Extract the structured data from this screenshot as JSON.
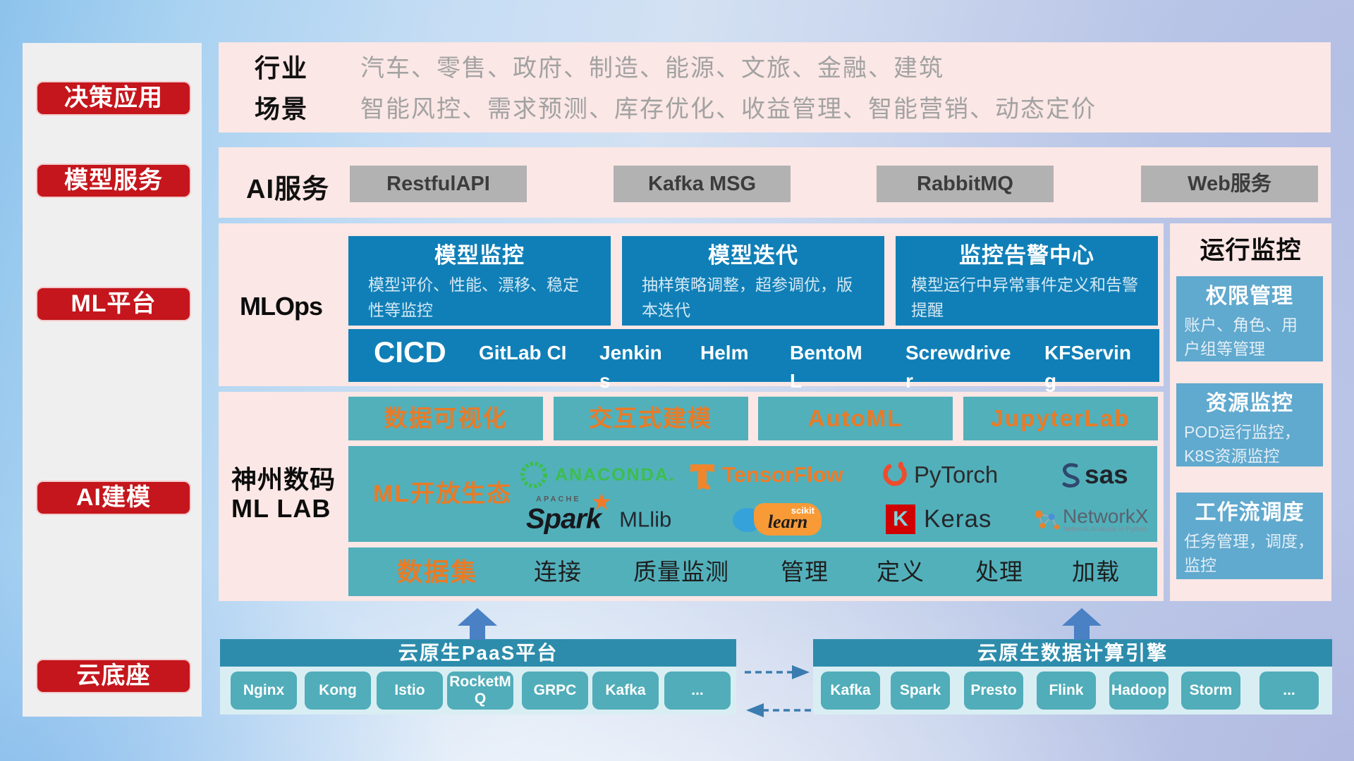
{
  "colors": {
    "red": "#c4161c",
    "pink": "#fbe7e5",
    "rail_gray": "#f0eff0",
    "service_gray": "#b3b2b2",
    "blue": "#107fb7",
    "teal": "#52b0bb",
    "steel_blue": "#60a9cf",
    "teal_dark": "#2d8cac",
    "teal_button": "#50adb9",
    "orange": "#e87b27",
    "arrow_blue": "#4a80c4",
    "dashed_arrow": "#3b7cb0"
  },
  "sidebar": {
    "items": [
      {
        "label": "决策应用"
      },
      {
        "label": "模型服务"
      },
      {
        "label": "ML平台"
      },
      {
        "label": "AI建模"
      },
      {
        "label": "云底座"
      }
    ]
  },
  "industry_panel": {
    "rows": [
      {
        "label": "行业",
        "items": [
          "汽车",
          "零售",
          "政府",
          "制造",
          "能源",
          "文旅",
          "金融",
          "建筑"
        ]
      },
      {
        "label": "场景",
        "items": [
          "智能风控",
          "需求预测",
          "库存优化",
          "收益管理",
          "智能营销",
          "动态定价"
        ]
      }
    ]
  },
  "ai_service": {
    "label": "AI服务",
    "services": [
      "RestfulAPI",
      "Kafka MSG",
      "RabbitMQ",
      "Web服务"
    ]
  },
  "mlops": {
    "label": "MLOps",
    "boxes": [
      {
        "title": "模型监控",
        "desc_lines": [
          "模型评价、性能、漂移、稳定",
          "性等监控"
        ]
      },
      {
        "title": "模型迭代",
        "desc_lines": [
          "抽样策略调整，超参调优，版",
          "本迭代"
        ]
      },
      {
        "title": "监控告警中心",
        "desc_lines": [
          "模型运行中异常事件定义和告警",
          "提醒"
        ]
      }
    ],
    "cicd": {
      "title": "CICD",
      "tools": [
        "GitLab CI",
        "Jenkins",
        "Helm",
        "BentoML",
        "Screwdriver",
        "KFServing"
      ]
    }
  },
  "lab": {
    "label_lines": [
      "神州数码",
      "ML LAB"
    ],
    "tabs": [
      "数据可视化",
      "交互式建模",
      "AutoML",
      "JupyterLab"
    ],
    "ecosystem": {
      "label": "ML开放生态",
      "logos": [
        {
          "name": "anaconda-logo",
          "text": "ANACONDA."
        },
        {
          "name": "tensorflow-logo",
          "text": "TensorFlow"
        },
        {
          "name": "pytorch-logo",
          "text": "PyTorch"
        },
        {
          "name": "sas-logo",
          "text": "sas"
        },
        {
          "name": "spark-logo",
          "super": "APACHE",
          "text": "Spark",
          "suffix": "MLlib"
        },
        {
          "name": "scikit-learn-logo",
          "text_small": "scikit",
          "text": "learn"
        },
        {
          "name": "keras-logo",
          "letter": "K",
          "text": "Keras"
        },
        {
          "name": "networkx-logo",
          "text": "NetworkX",
          "subtitle": "Network Analysis in Python"
        }
      ]
    },
    "dataset": {
      "label": "数据集",
      "items": [
        "连接",
        "质量监测",
        "管理",
        "定义",
        "处理",
        "加载"
      ]
    }
  },
  "monitoring": {
    "title": "运行监控",
    "boxes": [
      {
        "title": "权限管理",
        "desc_lines": [
          "账户、角色、用",
          "户组等管理"
        ]
      },
      {
        "title": "资源监控",
        "desc_lines": [
          "POD运行监控，",
          "K8S资源监控"
        ]
      },
      {
        "title": "工作流调度",
        "desc_lines": [
          "任务管理，调度，",
          "监控"
        ]
      }
    ]
  },
  "cloud": {
    "paas": {
      "title": "云原生PaaS平台",
      "items": [
        "Nginx",
        "Kong",
        "Istio",
        "RocketMQ",
        "GRPC",
        "Kafka",
        "..."
      ]
    },
    "engine": {
      "title": "云原生数据计算引擎",
      "items": [
        "Kafka",
        "Spark",
        "Presto",
        "Flink",
        "Hadoop",
        "Storm",
        "..."
      ]
    }
  }
}
